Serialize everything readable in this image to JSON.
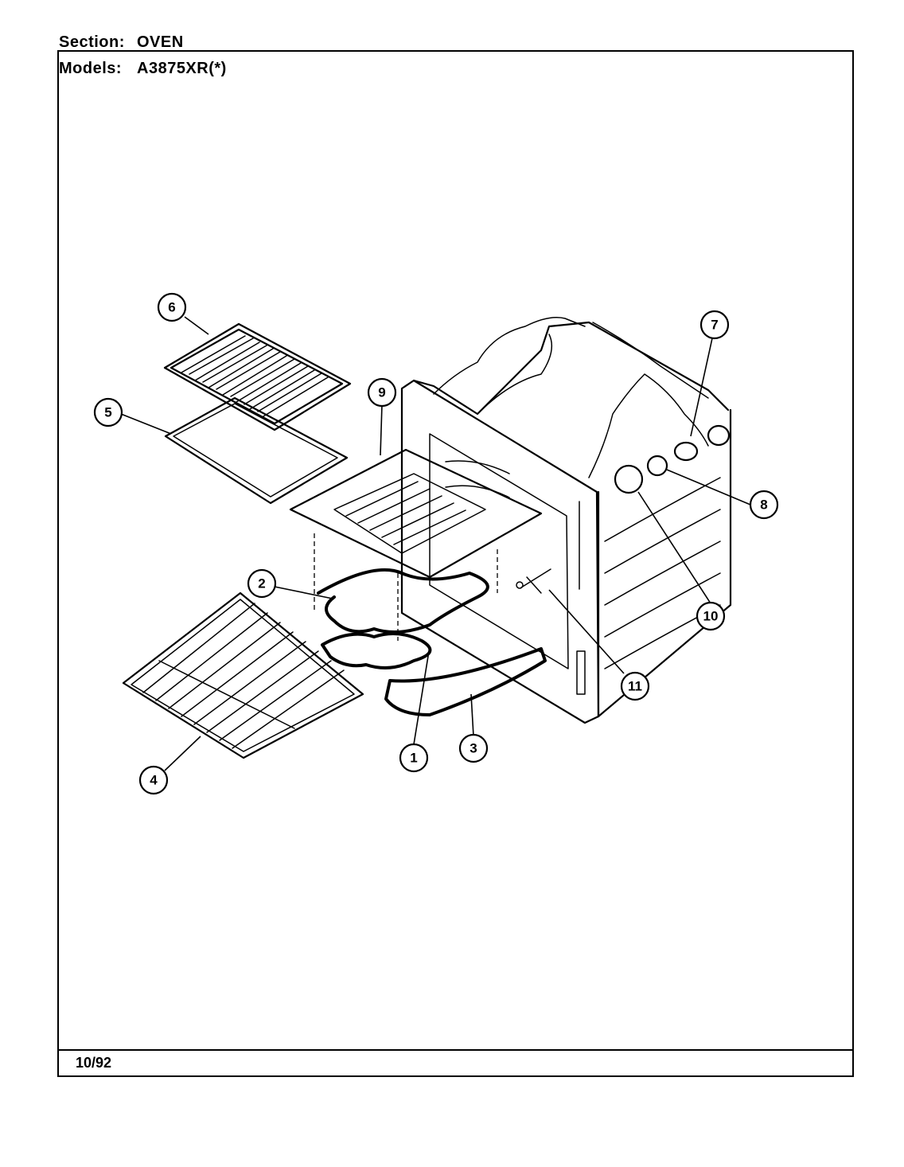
{
  "header": {
    "section_label": "Section:",
    "section_value": "OVEN",
    "models_label": "Models:",
    "models_value": "A3875XR(*)"
  },
  "footer": {
    "date": "10/92"
  },
  "callouts": [
    "1",
    "2",
    "3",
    "4",
    "5",
    "6",
    "7",
    "8",
    "9",
    "10",
    "11"
  ]
}
